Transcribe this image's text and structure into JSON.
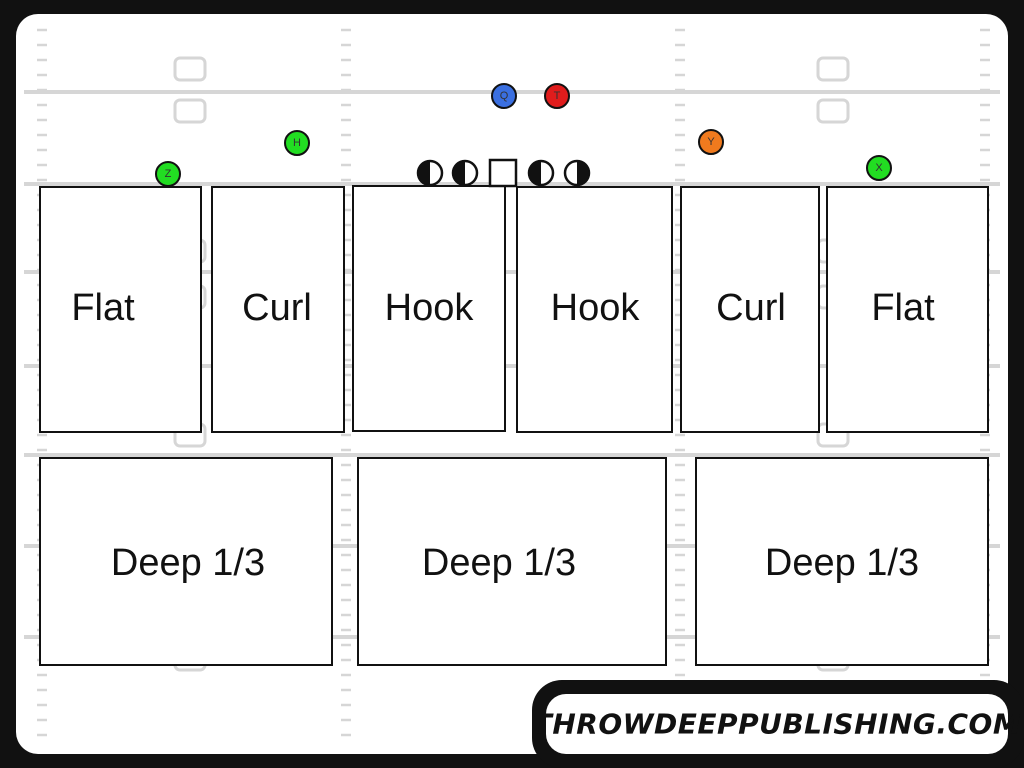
{
  "colors": {
    "frame": "#111111",
    "field": "#ffffff",
    "field_lines": "#d6d6d6",
    "zone_stroke": "#111111",
    "player_stroke": "#111111"
  },
  "zones": [
    {
      "id": "flat-left",
      "label": "Flat"
    },
    {
      "id": "curl-left",
      "label": "Curl"
    },
    {
      "id": "hook-left",
      "label": "Hook"
    },
    {
      "id": "hook-right",
      "label": "Hook"
    },
    {
      "id": "curl-right",
      "label": "Curl"
    },
    {
      "id": "flat-right",
      "label": "Flat"
    },
    {
      "id": "deep-left",
      "label": "Deep 1/3"
    },
    {
      "id": "deep-middle",
      "label": "Deep 1/3"
    },
    {
      "id": "deep-right",
      "label": "Deep 1/3"
    }
  ],
  "players": [
    {
      "id": "q",
      "label": "Q",
      "color": "#3a6fe0"
    },
    {
      "id": "t",
      "label": "T",
      "color": "#e01c1c"
    },
    {
      "id": "h",
      "label": "H",
      "color": "#22dd22"
    },
    {
      "id": "z",
      "label": "Z",
      "color": "#22dd22"
    },
    {
      "id": "y",
      "label": "Y",
      "color": "#f07a1e"
    },
    {
      "id": "x",
      "label": "X",
      "color": "#22dd22"
    }
  ],
  "offensive_line": [
    {
      "id": "lt",
      "shape": "circle",
      "fill": "left-half"
    },
    {
      "id": "lg",
      "shape": "circle",
      "fill": "left-half"
    },
    {
      "id": "c",
      "shape": "square",
      "fill": "none"
    },
    {
      "id": "rg",
      "shape": "circle",
      "fill": "left-half"
    },
    {
      "id": "rt",
      "shape": "circle",
      "fill": "right-half"
    }
  ],
  "brand": {
    "text": "THROWDEEPPUBLISHING.COM"
  }
}
